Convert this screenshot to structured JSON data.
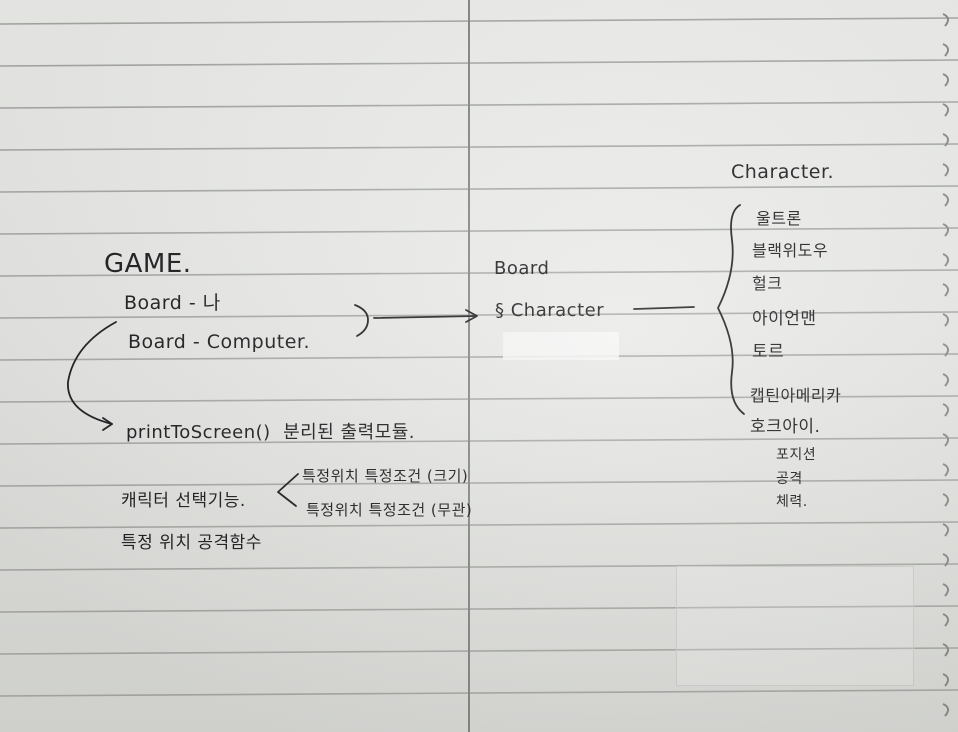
{
  "notes": {
    "game_title": "GAME.",
    "board_me": "Board - 나",
    "board_computer": "Board - Computer.",
    "print_fn": "printToScreen()",
    "print_note": "분리된 출력모듈.",
    "char_select": "캐릭터 선택기능.",
    "pos_attack": "특정 위치 공격함수",
    "pos_cond_1": "특정위치 특정조건 (크기)",
    "pos_cond_2": "특정위치 특정조건 (무관)",
    "board_label": "Board",
    "board_character": "Character",
    "character_header": "Character.",
    "character_list": [
      "울트론",
      "블랙위도우",
      "헐크",
      "아이언맨",
      "토르",
      "캡틴아메리카",
      "호크아이."
    ],
    "sub_list": [
      "포지션",
      "공격",
      "체력."
    ]
  }
}
